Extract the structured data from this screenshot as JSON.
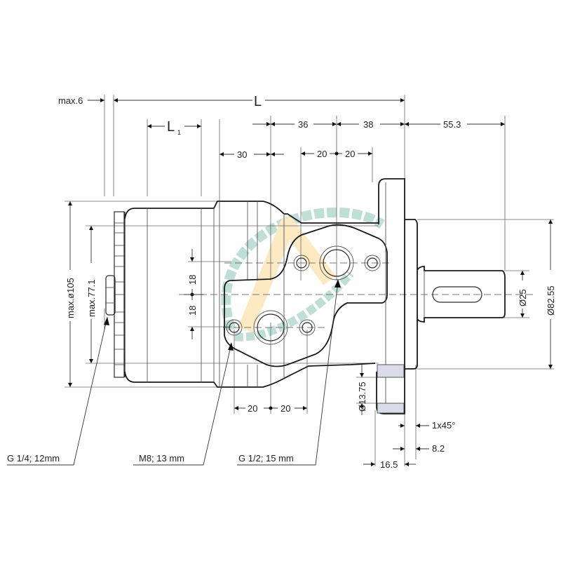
{
  "drawing": {
    "subject": "Hydraulic orbital motor — dimensional side view",
    "colors": {
      "line": "#1a1a1a",
      "thin_line": "#555555",
      "flange_fill": "#d9dbe8",
      "watermark_teal": "#a9d4c9",
      "watermark_yellow": "#fde3b0"
    }
  },
  "dimensions": {
    "top": {
      "max_6": "max.6",
      "L": "L",
      "L1_main": "L",
      "L1_sub": "1",
      "d36": "36",
      "d38": "38",
      "d55_3": "55.3",
      "d30": "30",
      "d20_left": "20",
      "d20_right": "20"
    },
    "left": {
      "max_d105": "max.ø105",
      "max_77_1": "max.77.1",
      "d18_top": "18",
      "d18_bottom": "18"
    },
    "right": {
      "d25": "Ø25",
      "d82_55": "Ø82.55"
    },
    "bottom": {
      "d20_left": "20",
      "d20_right": "20",
      "d13_75": "Ø13.75",
      "chamfer": "1x45°",
      "d8_2": "8.2",
      "d16_5": "16.5"
    }
  },
  "callouts": [
    {
      "label": "G 1/4; 12mm"
    },
    {
      "label": "M8; 13 mm"
    },
    {
      "label": "G 1/2; 15 mm"
    }
  ]
}
